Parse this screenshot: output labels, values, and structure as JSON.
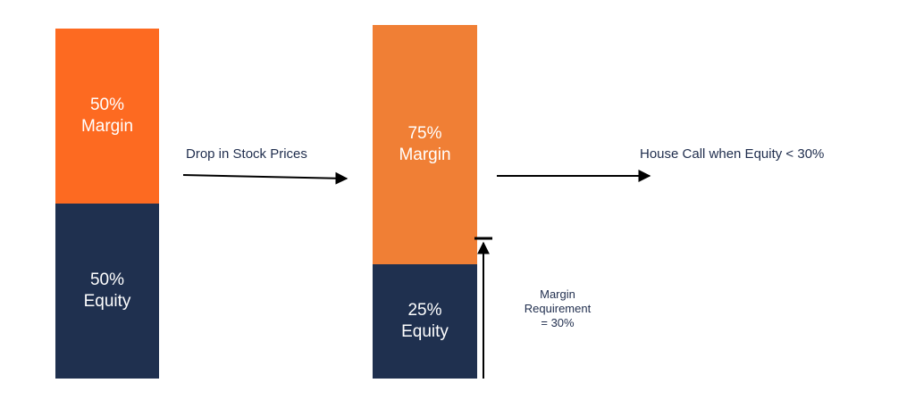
{
  "colors": {
    "margin_before": "#fd6a21",
    "margin_after": "#f07f35",
    "equity": "#1f304f",
    "text_dark": "#1f2d4d",
    "arrow": "#000000"
  },
  "left_bar": {
    "margin": {
      "percent": "50%",
      "label": "Margin",
      "share": 0.5
    },
    "equity": {
      "percent": "50%",
      "label": "Equity",
      "share": 0.5
    }
  },
  "transition_label": "Drop in Stock Prices",
  "right_bar": {
    "margin": {
      "percent": "75%",
      "label": "Margin",
      "share": 0.75
    },
    "equity": {
      "percent": "25%",
      "label": "Equity",
      "share": 0.25
    }
  },
  "margin_requirement": {
    "line1": "Margin",
    "line2": "Requirement",
    "line3": "= 30%",
    "value": 0.3
  },
  "outcome_label": "House Call when Equity < 30%"
}
